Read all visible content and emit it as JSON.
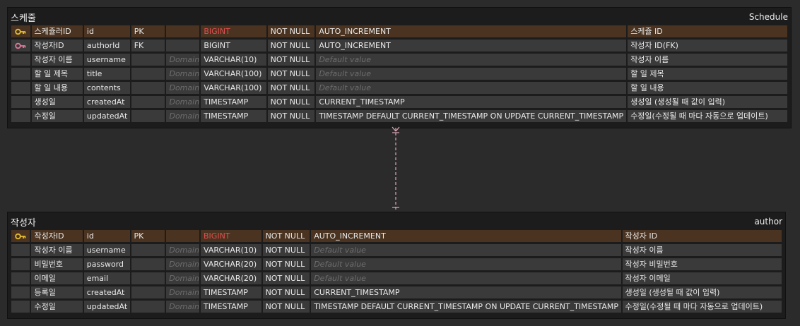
{
  "columns_labels": {},
  "schedule": {
    "logical_name": "스케줄",
    "physical_name": "Schedule",
    "rows": [
      {
        "key": "pk",
        "logical": "스케쥴러ID",
        "physical": "id",
        "keytype": "PK",
        "domain": "",
        "type": "BIGINT",
        "nullable": "NOT NULL",
        "default": "AUTO_INCREMENT",
        "comment": "스케쥴 ID"
      },
      {
        "key": "fk",
        "logical": "작성자ID",
        "physical": "authorId",
        "keytype": "FK",
        "domain": "",
        "type": "BIGINT",
        "nullable": "NOT NULL",
        "default": "AUTO_INCREMENT",
        "comment": "작성자 ID(FK)"
      },
      {
        "key": "",
        "logical": "작성자 이름",
        "physical": "username",
        "keytype": "",
        "domain": "Domain",
        "type": "VARCHAR(10)",
        "nullable": "NOT NULL",
        "default": "Default value",
        "comment": "작성자 이름"
      },
      {
        "key": "",
        "logical": "할 일 제목",
        "physical": "title",
        "keytype": "",
        "domain": "Domain",
        "type": "VARCHAR(100)",
        "nullable": "NOT NULL",
        "default": "Default value",
        "comment": "할 일 제목"
      },
      {
        "key": "",
        "logical": "할 일 내용",
        "physical": "contents",
        "keytype": "",
        "domain": "Domain",
        "type": "VARCHAR(100)",
        "nullable": "NOT NULL",
        "default": "Default value",
        "comment": "할 일 내용"
      },
      {
        "key": "",
        "logical": "생성일",
        "physical": "createdAt",
        "keytype": "",
        "domain": "Domain",
        "type": "TIMESTAMP",
        "nullable": "NOT NULL",
        "default": "CURRENT_TIMESTAMP",
        "comment": "생성일 (생성될 때 값이 입력)"
      },
      {
        "key": "",
        "logical": "수정일",
        "physical": "updatedAt",
        "keytype": "",
        "domain": "Domain",
        "type": "TIMESTAMP",
        "nullable": "NOT NULL",
        "default": "TIMESTAMP DEFAULT CURRENT_TIMESTAMP ON UPDATE CURRENT_TIMESTAMP",
        "comment": "수정일(수정될 때 마다 자동으로 업데이트)"
      }
    ]
  },
  "author": {
    "logical_name": "작성자",
    "physical_name": "author",
    "rows": [
      {
        "key": "pk",
        "logical": "작성자ID",
        "physical": "id",
        "keytype": "PK",
        "domain": "",
        "type": "BIGINT",
        "nullable": "NOT NULL",
        "default": "AUTO_INCREMENT",
        "comment": "작성자 ID"
      },
      {
        "key": "",
        "logical": "작성자 이름",
        "physical": "username",
        "keytype": "",
        "domain": "Domain",
        "type": "VARCHAR(10)",
        "nullable": "NOT NULL",
        "default": "Default value",
        "comment": "작성자 이름"
      },
      {
        "key": "",
        "logical": "비밀번호",
        "physical": "password",
        "keytype": "",
        "domain": "Domain",
        "type": "VARCHAR(20)",
        "nullable": "NOT NULL",
        "default": "Default value",
        "comment": "작성자 비밀번호"
      },
      {
        "key": "",
        "logical": "이메일",
        "physical": "email",
        "keytype": "",
        "domain": "Domain",
        "type": "VARCHAR(20)",
        "nullable": "NOT NULL",
        "default": "Default value",
        "comment": "작성자 이메일"
      },
      {
        "key": "",
        "logical": "등록일",
        "physical": "createdAt",
        "keytype": "",
        "domain": "Domain",
        "type": "TIMESTAMP",
        "nullable": "NOT NULL",
        "default": "CURRENT_TIMESTAMP",
        "comment": "생성일 (생성될 때 값이 입력)"
      },
      {
        "key": "",
        "logical": "수정일",
        "physical": "updatedAt",
        "keytype": "",
        "domain": "Domain",
        "type": "TIMESTAMP",
        "nullable": "NOT NULL",
        "default": "TIMESTAMP DEFAULT CURRENT_TIMESTAMP ON UPDATE CURRENT_TIMESTAMP",
        "comment": "수정일(수정될 때 마다 자동으로 업데이트)"
      }
    ]
  },
  "colors": {
    "pk_key": "#e8c030",
    "fk_key": "#e07a9a",
    "relation_line": "#e0a8b8",
    "pk_type": "#e05050"
  }
}
